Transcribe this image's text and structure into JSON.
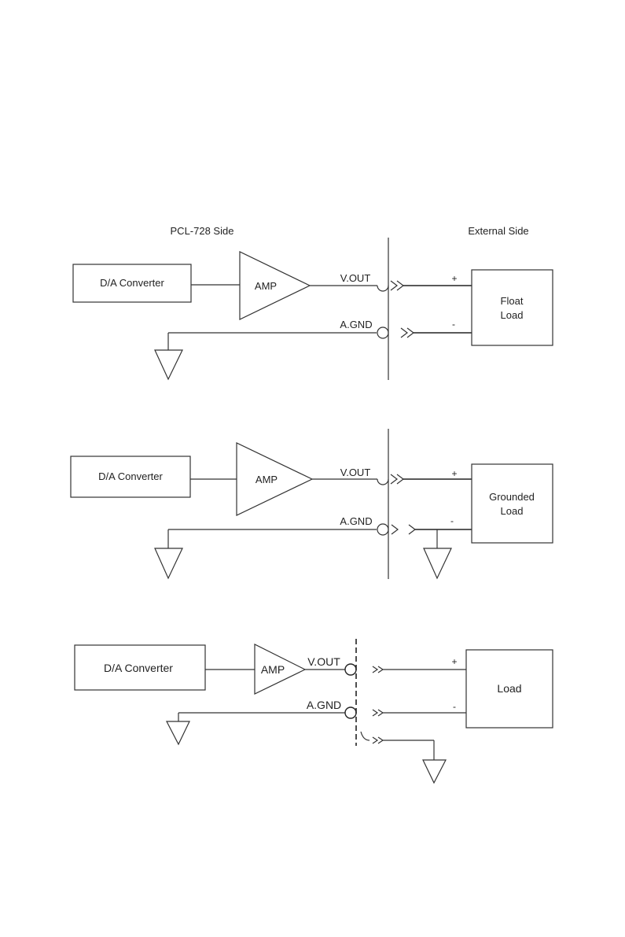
{
  "headers": {
    "left": "PCL-728 Side",
    "right": "External Side"
  },
  "diagrams": [
    {
      "converter": "D/A Converter",
      "amp": "AMP",
      "vout": "V.OUT",
      "agnd": "A.GND",
      "plus": "+",
      "minus": "-",
      "load_line1": "Float",
      "load_line2": "Load"
    },
    {
      "converter": "D/A Converter",
      "amp": "AMP",
      "vout": "V.OUT",
      "agnd": "A.GND",
      "plus": "+",
      "minus": "-",
      "load_line1": "Grounded",
      "load_line2": "Load"
    },
    {
      "converter": "D/A Converter",
      "amp": "AMP",
      "vout": "V.OUT",
      "agnd": "A.GND",
      "plus": "+",
      "minus": "-",
      "load_line1": "Load"
    }
  ]
}
